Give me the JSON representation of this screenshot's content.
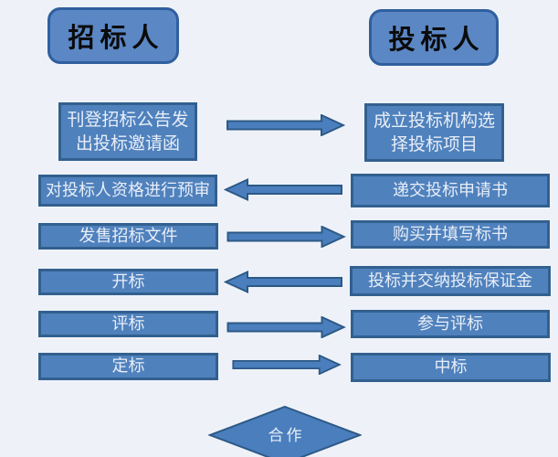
{
  "page": {
    "background": "#eef2f8",
    "box_fill": "#4f81bd",
    "box_border": "#32608f",
    "header_fill": "#5b87c4",
    "header_border": "#2f5f9e",
    "arrow_fill": "#4a7ebd",
    "text_color": "#e8eef7"
  },
  "headers": {
    "left": "招标人",
    "right": "投标人"
  },
  "rows": [
    {
      "left": "刊登招标公告发出投标邀请函",
      "right": "成立投标机构选择投标项目",
      "arrow": "right"
    },
    {
      "left": "对投标人资格进行预审",
      "right": "递交投标申请书",
      "arrow": "left"
    },
    {
      "left": "发售招标文件",
      "right": "购买并填写标书",
      "arrow": "right"
    },
    {
      "left": "开标",
      "right": "投标并交纳投标保证金",
      "arrow": "left"
    },
    {
      "left": "评标",
      "right": "参与评标",
      "arrow": "right"
    },
    {
      "left": "定标",
      "right": "中标",
      "arrow": "right"
    }
  ],
  "footer": {
    "diamond_label": "合作"
  }
}
